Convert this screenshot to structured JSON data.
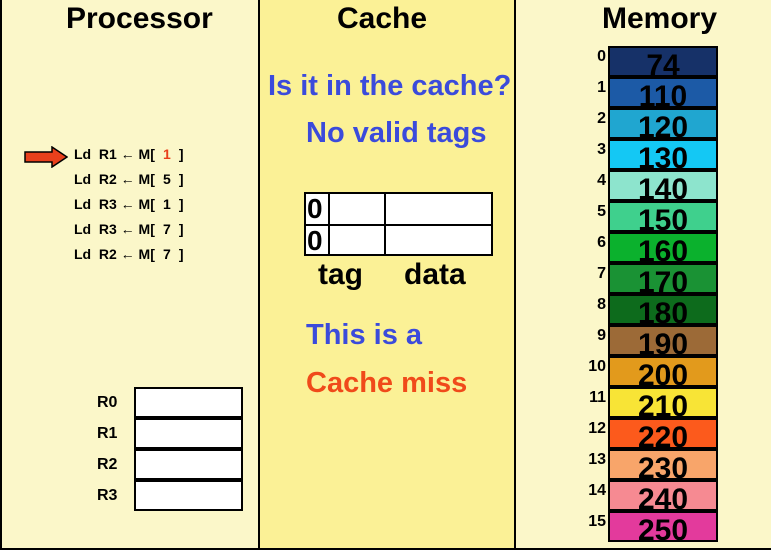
{
  "processor": {
    "title": "Processor",
    "instructions": [
      {
        "op": "Ld  R1 ← M[",
        "addr": "1",
        "close": "]"
      },
      {
        "op": "Ld  R2 ← M[",
        "addr": "5",
        "close": "]"
      },
      {
        "op": "Ld  R3 ← M[",
        "addr": "1",
        "close": "]"
      },
      {
        "op": "Ld  R3 ← M[",
        "addr": "7",
        "close": "]"
      },
      {
        "op": "Ld  R2 ← M[",
        "addr": "7",
        "close": "]"
      }
    ],
    "current_instruction": 0,
    "registers": [
      "R0",
      "R1",
      "R2",
      "R3"
    ]
  },
  "cache": {
    "title": "Cache",
    "question": "Is it in the cache?",
    "note": "No valid tags",
    "valid_bits": [
      "0",
      "0"
    ],
    "tag_label": "tag",
    "data_label": "data",
    "result_line1": "This is a",
    "result_line2": "Cache miss"
  },
  "memory": {
    "title": "Memory",
    "cells": [
      {
        "index": "0",
        "value": "74",
        "color": "#163168"
      },
      {
        "index": "1",
        "value": "110",
        "color": "#1c5aa6"
      },
      {
        "index": "2",
        "value": "120",
        "color": "#20a6d0"
      },
      {
        "index": "3",
        "value": "130",
        "color": "#14c8f4"
      },
      {
        "index": "4",
        "value": "140",
        "color": "#8de4cd"
      },
      {
        "index": "5",
        "value": "150",
        "color": "#3fd08d"
      },
      {
        "index": "6",
        "value": "160",
        "color": "#0bb12d"
      },
      {
        "index": "7",
        "value": "170",
        "color": "#1a9234"
      },
      {
        "index": "8",
        "value": "180",
        "color": "#0d6b1c"
      },
      {
        "index": "9",
        "value": "190",
        "color": "#9c6a37"
      },
      {
        "index": "10",
        "value": "200",
        "color": "#e29a1c"
      },
      {
        "index": "11",
        "value": "210",
        "color": "#f8e436"
      },
      {
        "index": "12",
        "value": "220",
        "color": "#fc5a1c"
      },
      {
        "index": "13",
        "value": "230",
        "color": "#f8a56a"
      },
      {
        "index": "14",
        "value": "240",
        "color": "#f68a92"
      },
      {
        "index": "15",
        "value": "250",
        "color": "#e33a9c"
      }
    ]
  }
}
